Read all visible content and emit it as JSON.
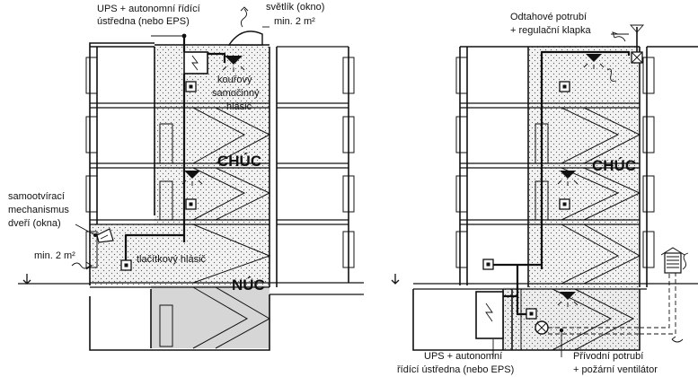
{
  "colors": {
    "stroke": "#111111",
    "cavity_fill": "#ececec",
    "basement_fill": "#d9d9d9"
  },
  "left_diagram": {
    "ups_label_line1": "UPS + autonomní řídící",
    "ups_label_line2": "ústředna (nebo EPS)",
    "skylight_label_line1": "světlík (okno)",
    "skylight_label_line2": "min. 2 m²",
    "smoke_detector_line1": "kouřový",
    "smoke_detector_line2": "samočinný",
    "smoke_detector_line3": "hlásič",
    "door_mechanism_line1": "samootvírací",
    "door_mechanism_line2": "mechanismus",
    "door_mechanism_line3": "dveří (okna)",
    "inlet_label": "min. 2 m²",
    "push_button_label": "tlačítkový hlásič",
    "chuc_label": "CHÚC",
    "nuc_label": "NÚC"
  },
  "right_diagram": {
    "exhaust_label_line1": "Odtahové potrubí",
    "exhaust_label_line2": "+ regulační klapka",
    "chuc_label": "CHÚC",
    "ups_label_line1": "UPS + autonomní",
    "ups_label_line2": "řídící ústředna (nebo EPS)",
    "supply_label_line1": "Přívodní potrubí",
    "supply_label_line2": "+ požární ventilátor"
  }
}
